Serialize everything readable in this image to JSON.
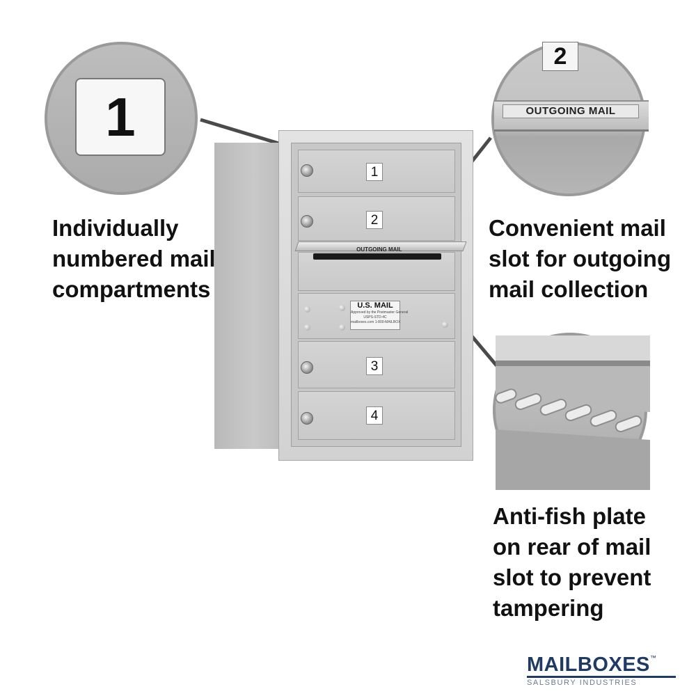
{
  "captions": {
    "left": [
      "Individually",
      "numbered mail",
      "compartments"
    ],
    "right_top": [
      "Convenient mail",
      "slot for outgoing",
      "mail collection"
    ],
    "right_bottom": [
      "Anti-fish plate",
      "on rear of mail",
      "slot to prevent",
      "tampering"
    ]
  },
  "zoom": {
    "number_tag": "1",
    "slot_number_tag": "2",
    "slot_label": "OUTGOING MAIL"
  },
  "mailbox": {
    "doors": [
      "1",
      "2",
      "3",
      "4"
    ],
    "slot_label": "OUTGOING MAIL",
    "panel_title": "U.S. MAIL",
    "panel_lines": [
      "Approved by the Postmaster General",
      "USPS-STD-4C",
      "mailboxes.com 1-800-MAILBOX"
    ]
  },
  "brand": {
    "name": "MAILBOXES",
    "tm": "™",
    "sub": "SALSBURY INDUSTRIES",
    "color": "#1f3a63"
  }
}
